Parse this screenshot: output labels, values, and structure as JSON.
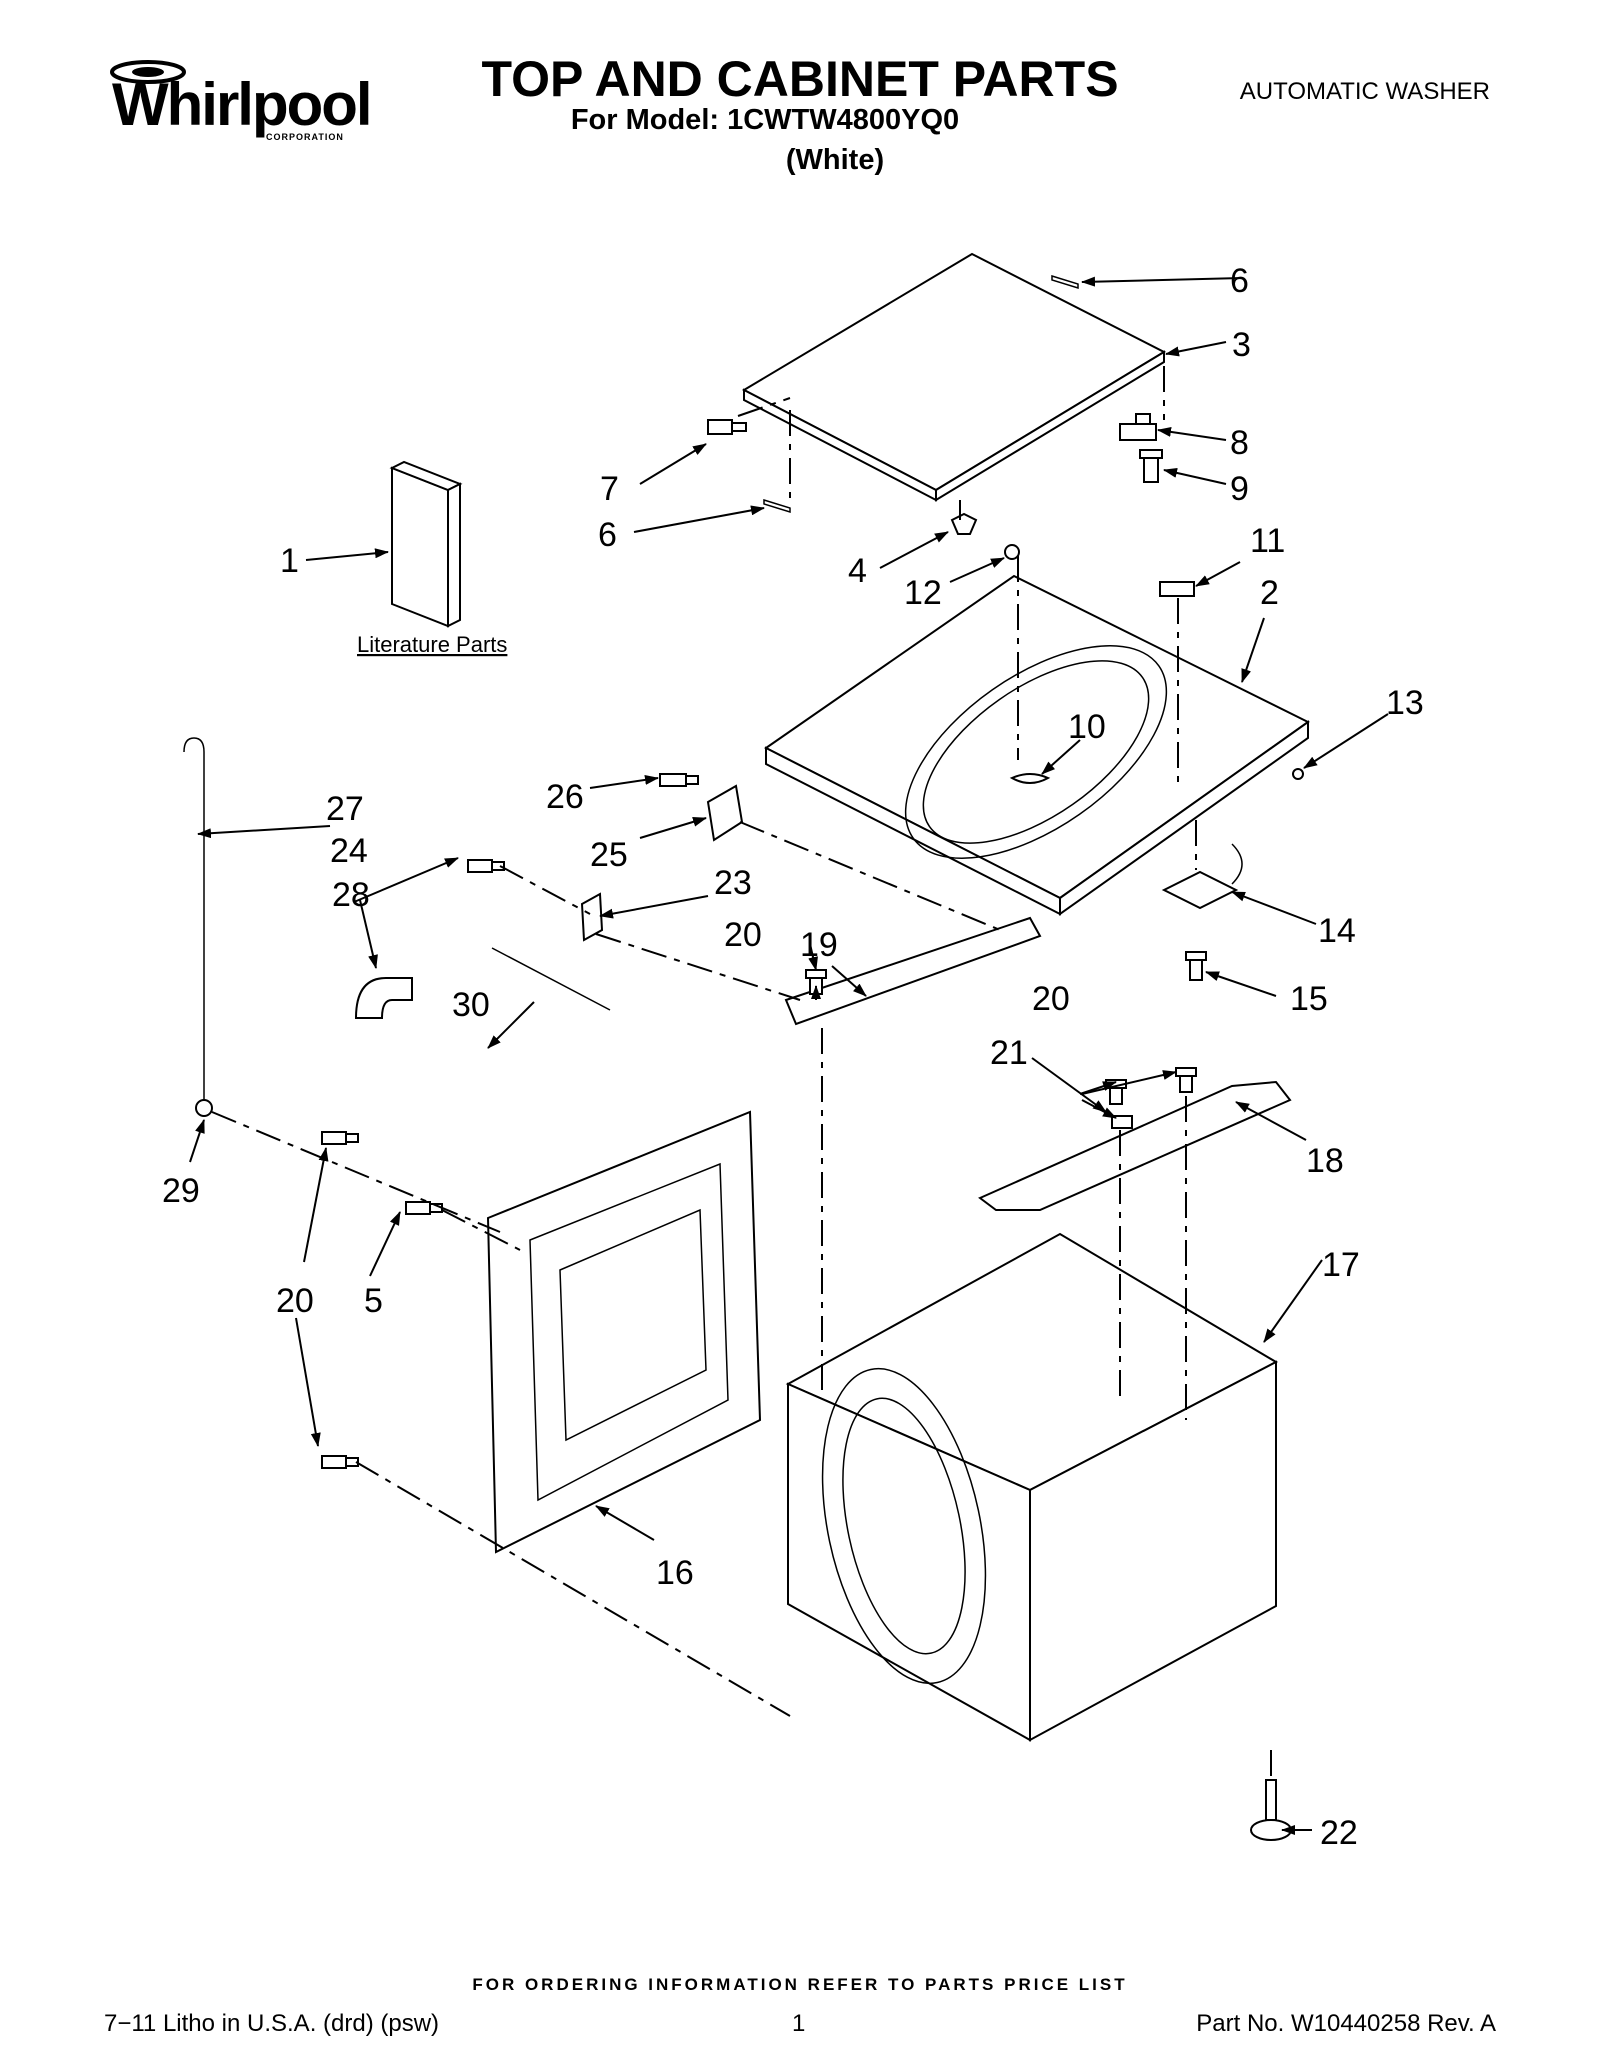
{
  "header": {
    "brand": "Whirlpool",
    "brand_sub": "CORPORATION",
    "title": "TOP AND CABINET PARTS",
    "model_line": "For Model: 1CWTW4800YQ0",
    "color_line": "(White)",
    "product_type": "AUTOMATIC WASHER"
  },
  "diagram": {
    "literature_label": "Literature Parts",
    "callouts": {
      "c1": "1",
      "c2": "2",
      "c3": "3",
      "c4": "4",
      "c5": "5",
      "c6a": "6",
      "c6b": "6",
      "c7": "7",
      "c8": "8",
      "c9": "9",
      "c10": "10",
      "c11": "11",
      "c12": "12",
      "c13": "13",
      "c14": "14",
      "c15": "15",
      "c16": "16",
      "c17": "17",
      "c18": "18",
      "c19": "19",
      "c20a": "20",
      "c20b": "20",
      "c20c": "20",
      "c21": "21",
      "c22": "22",
      "c23": "23",
      "c24": "24",
      "c25": "25",
      "c26": "26",
      "c27": "27",
      "c28": "28",
      "c29": "29",
      "c30": "30"
    }
  },
  "footer": {
    "ordering_note": "FOR ORDERING INFORMATION REFER TO PARTS PRICE LIST",
    "litho": "7−11 Litho in U.S.A. (drd) (psw)",
    "page_number": "1",
    "part_number": "Part No. W10440258 Rev. A"
  }
}
